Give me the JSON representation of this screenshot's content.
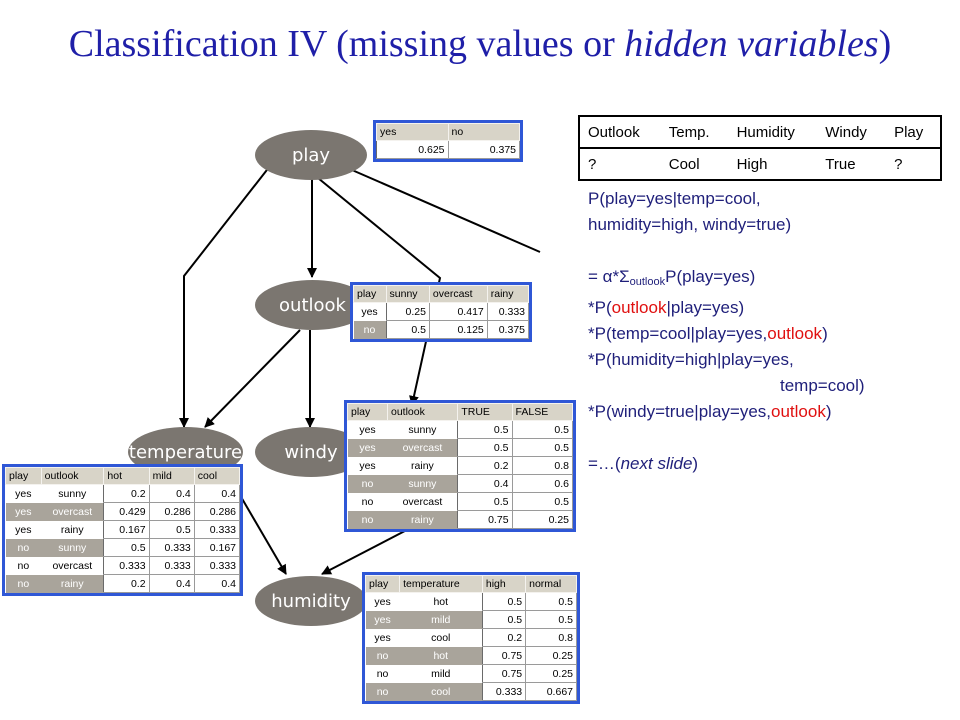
{
  "title": {
    "main": "Classification IV (missing values or ",
    "italic": "hidden variables",
    "close": ")"
  },
  "nodes": {
    "play": "play",
    "outlook": "outlook",
    "temperature": "temperature",
    "windy": "windy",
    "humidity": "humidity"
  },
  "cpt_play": {
    "headers": [
      "yes",
      "no"
    ],
    "rows": [
      [
        "0.625",
        "0.375"
      ]
    ]
  },
  "cpt_outlook": {
    "headers": [
      "play",
      "sunny",
      "overcast",
      "rainy"
    ],
    "rows": [
      [
        "yes",
        "0.25",
        "0.417",
        "0.333"
      ],
      [
        "no",
        "0.5",
        "0.125",
        "0.375"
      ]
    ]
  },
  "cpt_windy": {
    "headers": [
      "play",
      "outlook",
      "TRUE",
      "FALSE"
    ],
    "rows": [
      [
        "yes",
        "sunny",
        "0.5",
        "0.5"
      ],
      [
        "yes",
        "overcast",
        "0.5",
        "0.5"
      ],
      [
        "yes",
        "rainy",
        "0.2",
        "0.8"
      ],
      [
        "no",
        "sunny",
        "0.4",
        "0.6"
      ],
      [
        "no",
        "overcast",
        "0.5",
        "0.5"
      ],
      [
        "no",
        "rainy",
        "0.75",
        "0.25"
      ]
    ]
  },
  "cpt_temperature": {
    "headers": [
      "play",
      "outlook",
      "hot",
      "mild",
      "cool"
    ],
    "rows": [
      [
        "yes",
        "sunny",
        "0.2",
        "0.4",
        "0.4"
      ],
      [
        "yes",
        "overcast",
        "0.429",
        "0.286",
        "0.286"
      ],
      [
        "yes",
        "rainy",
        "0.167",
        "0.5",
        "0.333"
      ],
      [
        "no",
        "sunny",
        "0.5",
        "0.333",
        "0.167"
      ],
      [
        "no",
        "overcast",
        "0.333",
        "0.333",
        "0.333"
      ],
      [
        "no",
        "rainy",
        "0.2",
        "0.4",
        "0.4"
      ]
    ]
  },
  "cpt_humidity": {
    "headers": [
      "play",
      "temperature",
      "high",
      "normal"
    ],
    "rows": [
      [
        "yes",
        "hot",
        "0.5",
        "0.5"
      ],
      [
        "yes",
        "mild",
        "0.5",
        "0.5"
      ],
      [
        "yes",
        "cool",
        "0.2",
        "0.8"
      ],
      [
        "no",
        "hot",
        "0.75",
        "0.25"
      ],
      [
        "no",
        "mild",
        "0.75",
        "0.25"
      ],
      [
        "no",
        "cool",
        "0.333",
        "0.667"
      ]
    ]
  },
  "query_table": {
    "headers": [
      "Outlook",
      "Temp.",
      "Humidity",
      "Windy",
      "Play"
    ],
    "row": [
      "?",
      "Cool",
      "High",
      "True",
      "?"
    ]
  },
  "formula": {
    "l1": "P(play=yes|temp=cool,",
    "l2": "humidity=high, windy=true)",
    "l3_eq": "= ",
    "l3_alpha": "α",
    "l3_star": "*",
    "l3_sigma": "Σ",
    "l3_sub": "outlook",
    "l3_rest": "P(play=yes)",
    "l4_a": "*P(",
    "l4_red": "outlook",
    "l4_b": "|play=yes)",
    "l5_a": "*P(temp=cool|play=yes,",
    "l5_red": "outlook",
    "l5_b": ")",
    "l6": "*P(humidity=high|play=yes,",
    "l7": "temp=cool)",
    "l8_a": "*P(windy=true|play=yes,",
    "l8_red": "outlook",
    "l8_b": ")",
    "l9_a": "=…(",
    "l9_italic": "next slide",
    "l9_b": ")"
  },
  "colors": {
    "title": "#1f1fa8",
    "node": "#7b7670",
    "table_border": "#2f57d6",
    "highlight": "#e01010",
    "formula": "#1f1f7a"
  }
}
